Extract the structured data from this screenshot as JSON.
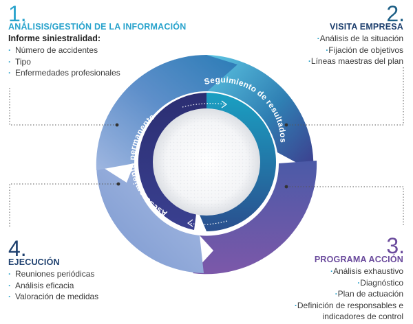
{
  "steps": [
    {
      "number": "1.",
      "title": "ANÁLISIS/GESTIÓN DE LA INFORMACIÓN",
      "subtitle": "Informe siniestralidad:",
      "items": [
        "Número de accidentes",
        "Tipo",
        "Enfermedades profesionales"
      ]
    },
    {
      "number": "2.",
      "title": "VISITA EMPRESA",
      "items": [
        "Análisis de la situación",
        "Fijación de objetivos",
        "Líneas maestras del plan"
      ]
    },
    {
      "number": "3.",
      "title": "PROGRAMA ACCIÓN",
      "items": [
        "Análisis exhaustivo",
        "Diagnóstico",
        "Plan de actuación",
        "Definición de responsables e",
        "indicadores de  control"
      ]
    },
    {
      "number": "4.",
      "title": "EJECUCIÓN",
      "items": [
        "Reuniones periódicas",
        "Análisis eficacia",
        "Valoración de medidas"
      ]
    }
  ],
  "inner_ring": {
    "left_label": "Asesoramiento permanente",
    "right_label": "Seguimiento de resultados"
  },
  "colors": {
    "step1": "#29a3cc",
    "step2": "#1d5f86",
    "step3": "#6a4a9c",
    "step4": "#1d3f6e",
    "bullet": "#2aa0c8",
    "inner_left": "#2e2f76",
    "inner_right": "#1a8eb4"
  }
}
